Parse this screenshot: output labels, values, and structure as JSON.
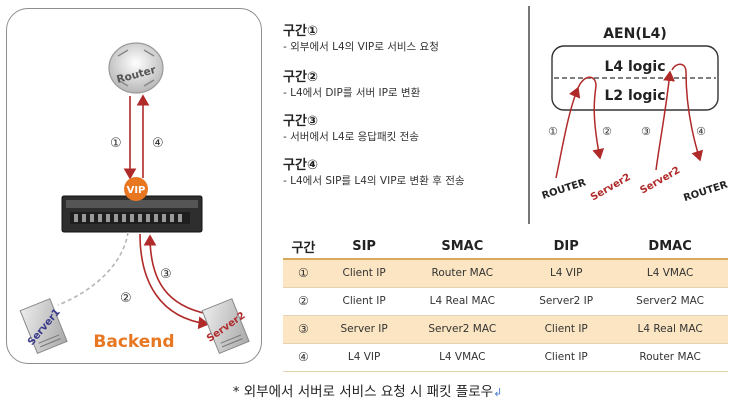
{
  "topology": {
    "router_label": "Router",
    "vip_label": "VIP",
    "server1_label": "Server1",
    "server2_label": "Server2",
    "backend_label": "Backend",
    "step1": "①",
    "step2": "②",
    "step3": "③",
    "step4": "④"
  },
  "sections": [
    {
      "title": "구간①",
      "desc": "- 외부에서 L4의 VIP로 서비스 요청"
    },
    {
      "title": "구간②",
      "desc": "- L4에서 DIP를 서버 IP로 변환"
    },
    {
      "title": "구간③",
      "desc": "- 서버에서 L4로 응답패킷 전송"
    },
    {
      "title": "구간④",
      "desc": "- L4에서 SIP를 L4의 VIP로 변환 후 전송"
    }
  ],
  "aen": {
    "title": "AEN(L4)",
    "l4_logic": "L4 logic",
    "l2_logic": "L2 logic",
    "n1": "①",
    "n2": "②",
    "n3": "③",
    "n4": "④",
    "router_a": "ROUTER",
    "server2_a": "Server2",
    "server2_b": "Server2",
    "router_b": "ROUTER"
  },
  "table": {
    "headers": [
      "구간",
      "SIP",
      "SMAC",
      "DIP",
      "DMAC"
    ],
    "rows": [
      [
        "①",
        "Client IP",
        "Router MAC",
        "L4 VIP",
        "L4 VMAC"
      ],
      [
        "②",
        "Client IP",
        "L4 Real MAC",
        "Server2 IP",
        "Server2 MAC"
      ],
      [
        "③",
        "Server IP",
        "Server2 MAC",
        "Client IP",
        "L4 Real MAC"
      ],
      [
        "④",
        "L4 VIP",
        "L4 VMAC",
        "Client IP",
        "Router MAC"
      ]
    ]
  },
  "caption": {
    "text": "* 외부에서 서버로 서비스 요청 시 패킷 플로우",
    "mark": "↲"
  },
  "colors": {
    "arrow": "#b02a2a",
    "vip": "#e87722",
    "backend": "#e87722",
    "table_stripe": "#fbe5c2"
  }
}
